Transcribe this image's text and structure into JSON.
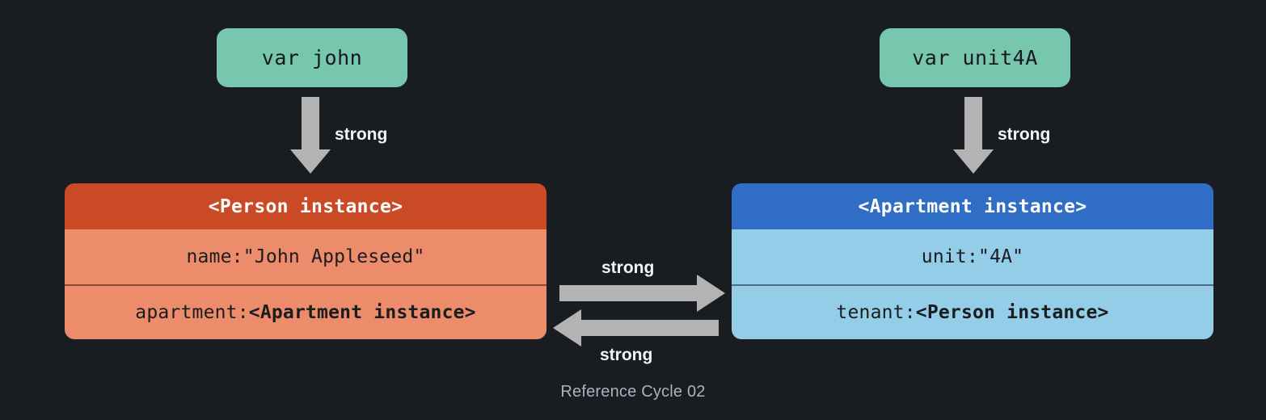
{
  "diagram": {
    "caption": "Reference Cycle 02",
    "background_color": "#191d21",
    "variables": [
      {
        "name": "var-john",
        "label": "var john",
        "color": "#76c7ae"
      },
      {
        "name": "var-unit4a",
        "label": "var unit4A",
        "color": "#76c7ae"
      }
    ],
    "instances": [
      {
        "name": "person-instance",
        "title": "<Person instance>",
        "header_color": "#c94a25",
        "body_color": "#ec8c6b",
        "rows": [
          {
            "label": "name: ",
            "value": "\"John Appleseed\"",
            "bold_value": false
          },
          {
            "label": "apartment: ",
            "value": "<Apartment instance>",
            "bold_value": true
          }
        ]
      },
      {
        "name": "apartment-instance",
        "title": "<Apartment instance>",
        "header_color": "#2f6ec4",
        "body_color": "#93cde8",
        "rows": [
          {
            "label": "unit: ",
            "value": "\"4A\"",
            "bold_value": false
          },
          {
            "label": "tenant: ",
            "value": "<Person instance>",
            "bold_value": true
          }
        ]
      }
    ],
    "arrows": [
      {
        "name": "john-to-person",
        "label": "strong",
        "direction": "down",
        "color": "#b3b3b3"
      },
      {
        "name": "unit4a-to-apartment",
        "label": "strong",
        "direction": "down",
        "color": "#b3b3b3"
      },
      {
        "name": "person-to-apartment",
        "label": "strong",
        "direction": "right",
        "color": "#b3b3b3"
      },
      {
        "name": "apartment-to-person",
        "label": "strong",
        "direction": "left",
        "color": "#b3b3b3"
      }
    ]
  }
}
